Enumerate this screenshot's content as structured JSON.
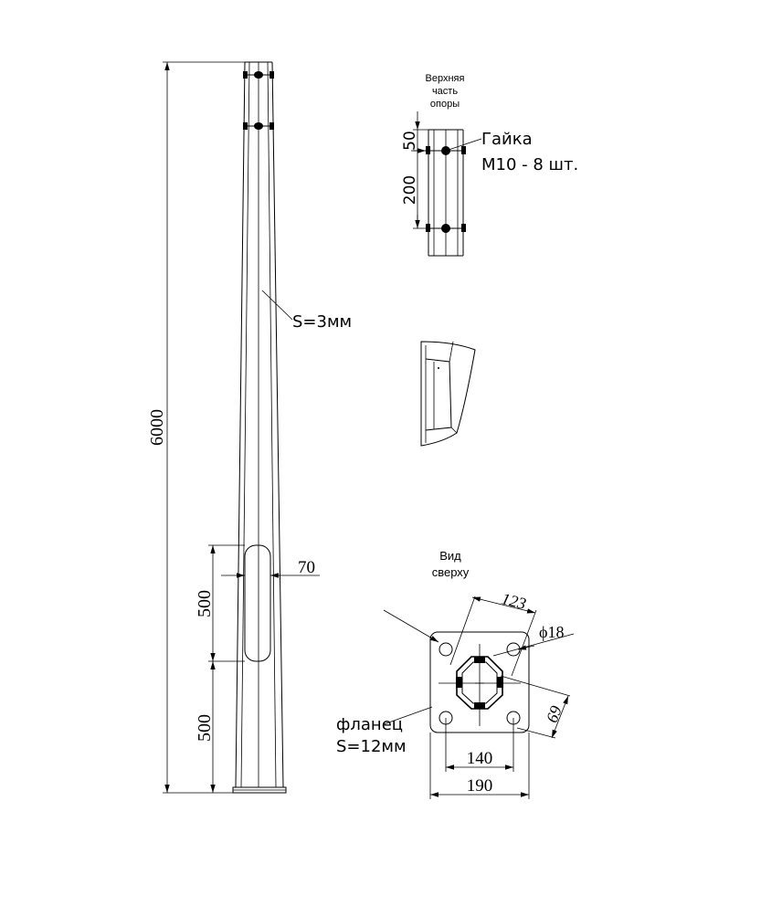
{
  "labels": {
    "height": "6000",
    "wall": "S=3мм",
    "slot_width": "70",
    "slot_length": "500",
    "slot_offset": "500",
    "top_title_1": "Верхняя",
    "top_title_2": "часть",
    "top_title_3": "опоры",
    "dim_50": "50",
    "dim_200": "200",
    "nut_1": "Гайка",
    "nut_2": "М10 - 8 шт.",
    "view_title_1": "Вид",
    "view_title_2": "сверху",
    "dim_123": "123",
    "dim_d18": "ϕ18",
    "dim_69": "69",
    "flange_1": "фланец",
    "flange_2": "S=12мм",
    "dim_140": "140",
    "dim_190": "190"
  }
}
